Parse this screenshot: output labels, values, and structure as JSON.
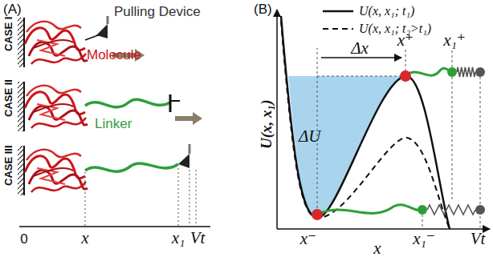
{
  "diagram": {
    "labels": [
      "(A)",
      "CASE I",
      "Molecule",
      "Pulling Device",
      "CASE II",
      "Linker",
      "CASE III",
      "0",
      "x",
      "x₁",
      "Vt",
      "(B)",
      "U(x, x₁)",
      "x⁺",
      "x₁⁺",
      "Δx",
      "ΔU",
      "x⁻",
      "x₁⁻",
      "Vt",
      "x"
    ],
    "legend": [
      {
        "text": "U(x, x₁; t₁)"
      },
      {
        "text": "U(x, x₁; t₂>t₁)"
      }
    ]
  }
}
